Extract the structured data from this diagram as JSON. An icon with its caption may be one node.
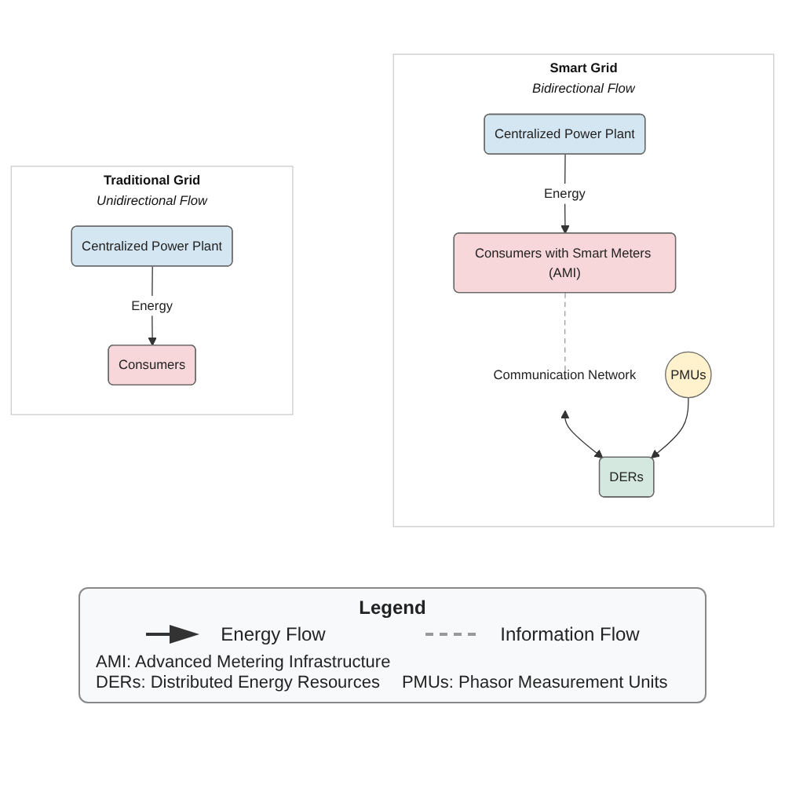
{
  "diagram": {
    "nodes": [
      {
        "text": [
          "Traditional Grid",
          "Unidirectional Flow"
        ]
      },
      {
        "text": [
          "Centralized Power Plant"
        ],
        "in": 0
      },
      {
        "text": [
          "Consumers"
        ],
        "in": 0
      },
      {
        "text": [
          "Smart Grid",
          "Bidirectional Flow"
        ]
      },
      {
        "text": [
          "Centralized Power Plant"
        ],
        "in": 3
      },
      {
        "text": [
          "Consumers with Smart Meters (AMI)"
        ],
        "in": 3
      },
      {
        "text": [
          "Communication Network"
        ],
        "in": 3
      },
      {
        "text": [
          "DERs"
        ],
        "in": 3
      },
      {
        "text": [
          "PMUs"
        ],
        "in": 3
      }
    ],
    "edges": [
      {
        "from": 1,
        "to": 2,
        "arrow": "to",
        "label": "Energy"
      },
      {
        "from": 4,
        "to": 5,
        "arrow": "to",
        "label": "Energy"
      },
      {
        "from": 5,
        "to": 6,
        "arrow": "none",
        "style": "dashed",
        "color": "#999999"
      },
      {
        "from": 6,
        "to": 7,
        "arrow": "both"
      },
      {
        "from": 8,
        "to": 7,
        "arrow": "to"
      }
    ],
    "labels": [
      "Legend",
      "AMI: Advanced Metering Infrastructure",
      "DERs: Distributed Energy Resources",
      "PMUs: Phasor Measurement Units"
    ],
    "legend": [
      {
        "text": "Energy Flow"
      },
      {
        "text": "Information Flow"
      }
    ]
  }
}
